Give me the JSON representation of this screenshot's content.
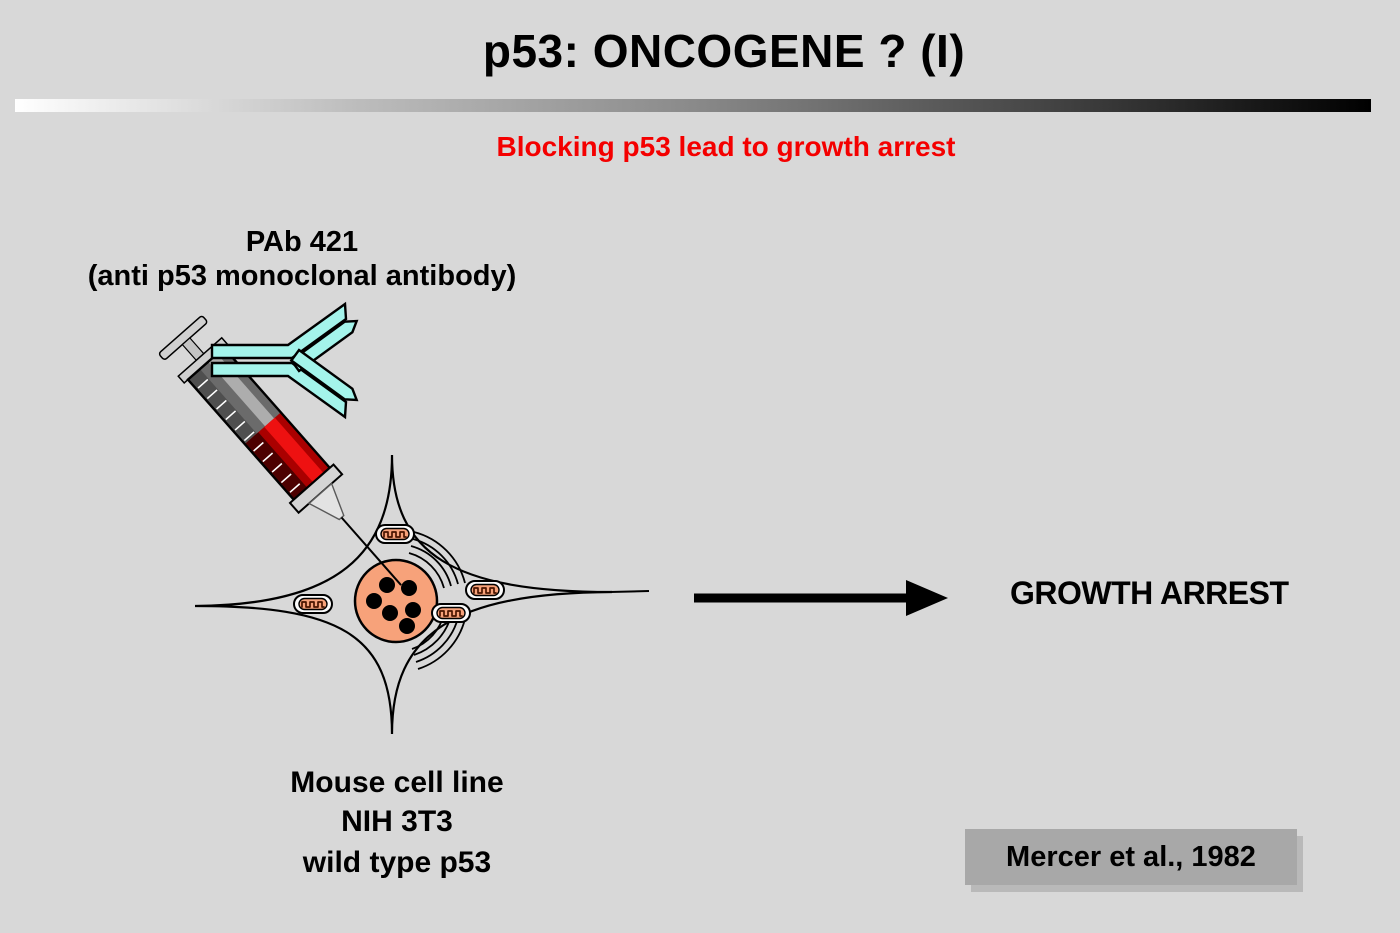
{
  "slide": {
    "title": "p53: ONCOGENE ? (I)",
    "subtitle": "Blocking p53 lead to growth arrest",
    "antibody_label": {
      "line1": "PAb 421",
      "line2": "(anti p53 monoclonal antibody)"
    },
    "result_label": "GROWTH ARREST",
    "cell_label": {
      "line1": "Mouse cell line",
      "line2": "NIH 3T3",
      "line3": "wild type p53"
    },
    "citation": "Mercer et al., 1982",
    "illustration_icons": [
      "syringe-icon",
      "antibody-icon",
      "cell-icon",
      "nucleus-icon",
      "mitochondrion-icon",
      "er-arcs-icon",
      "arrow-right-icon"
    ],
    "colors": {
      "background": "#d8d8d8",
      "subtitle_red": "#f40000",
      "antibody_cyan": "#a4f4eb",
      "syringe_barrel_gray": "#6b6b6b",
      "liquid_red": "#ee1111",
      "liquid_dark_red": "#4d0000",
      "nucleus_salmon": "#f7a27a",
      "citation_box_gray": "#a8a8a8",
      "gradient_bar": [
        "#ffffff",
        "#000000"
      ]
    }
  }
}
